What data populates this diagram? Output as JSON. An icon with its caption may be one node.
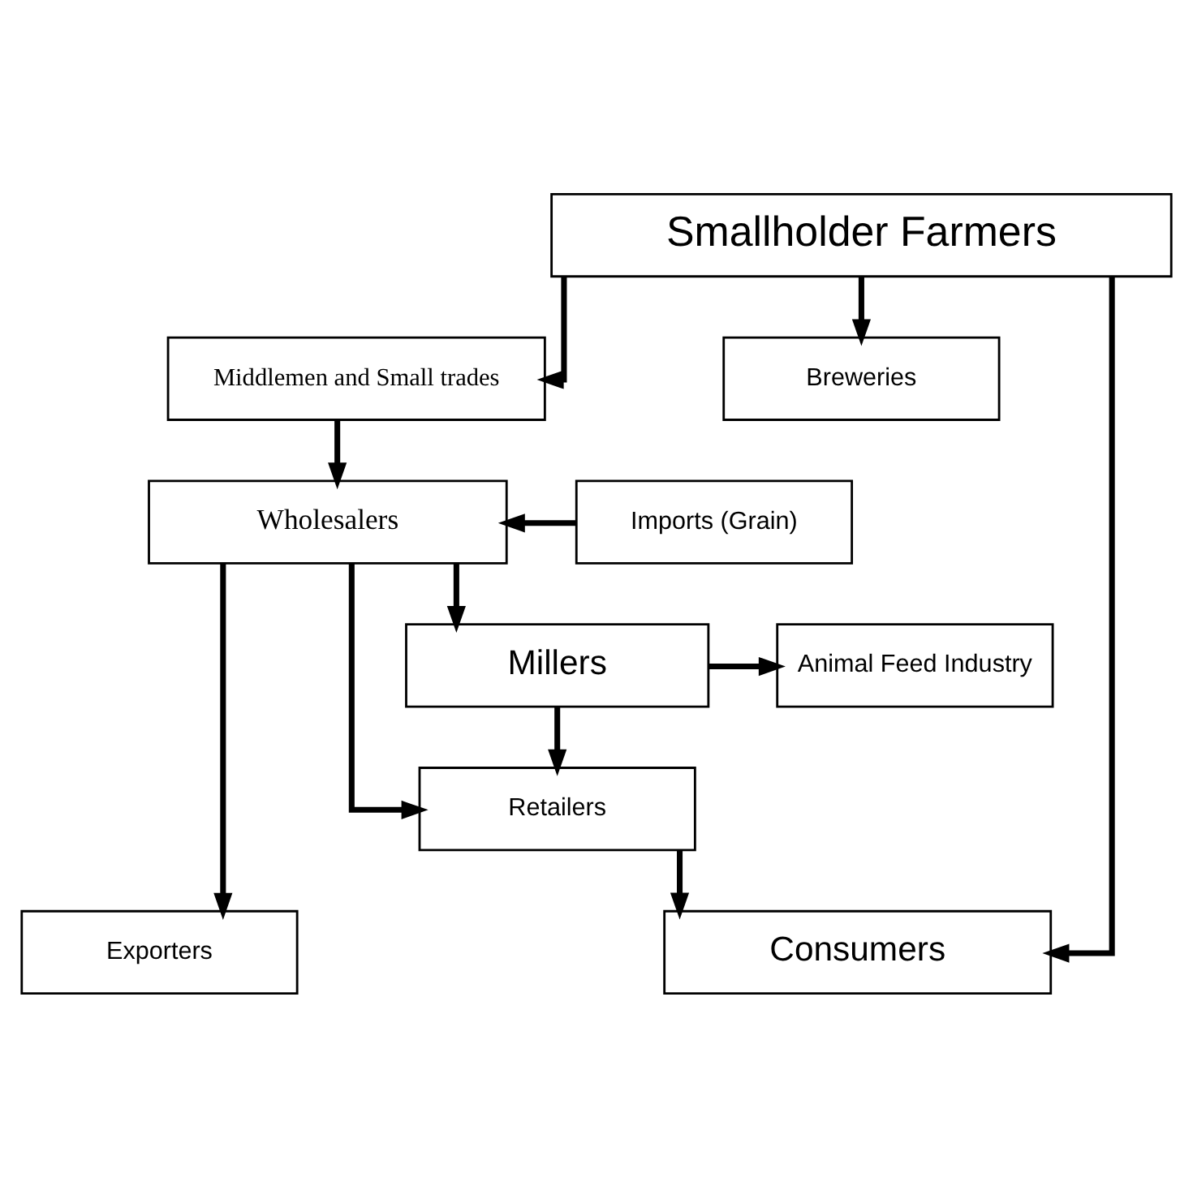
{
  "diagram": {
    "nodes": [
      {
        "text": [
          "Smallholder Farmers"
        ]
      },
      {
        "text": [
          "Middlemen and Small trades"
        ]
      },
      {
        "text": [
          "Breweries"
        ]
      },
      {
        "text": [
          "Wholesalers"
        ]
      },
      {
        "text": [
          "Imports (Grain)"
        ]
      },
      {
        "text": [
          "Millers"
        ]
      },
      {
        "text": [
          "Animal Feed Industry"
        ]
      },
      {
        "text": [
          "Retailers"
        ]
      },
      {
        "text": [
          "Consumers"
        ]
      },
      {
        "text": [
          "Exporters"
        ]
      }
    ],
    "edges": [
      {
        "from": 0,
        "to": 8,
        "arrow": "to"
      },
      {
        "from": 0,
        "to": 1,
        "arrow": "to"
      },
      {
        "from": 0,
        "to": 2,
        "arrow": "to"
      },
      {
        "from": 1,
        "to": 3,
        "arrow": "to"
      },
      {
        "from": 4,
        "to": 3,
        "arrow": "to"
      },
      {
        "from": 3,
        "to": 5,
        "arrow": "to"
      },
      {
        "from": 3,
        "to": 7,
        "arrow": "to"
      },
      {
        "from": 3,
        "to": 9,
        "arrow": "to"
      },
      {
        "from": 5,
        "to": 6,
        "arrow": "to"
      },
      {
        "from": 5,
        "to": 7,
        "arrow": "to"
      },
      {
        "from": 7,
        "to": 8,
        "arrow": "to"
      }
    ]
  }
}
